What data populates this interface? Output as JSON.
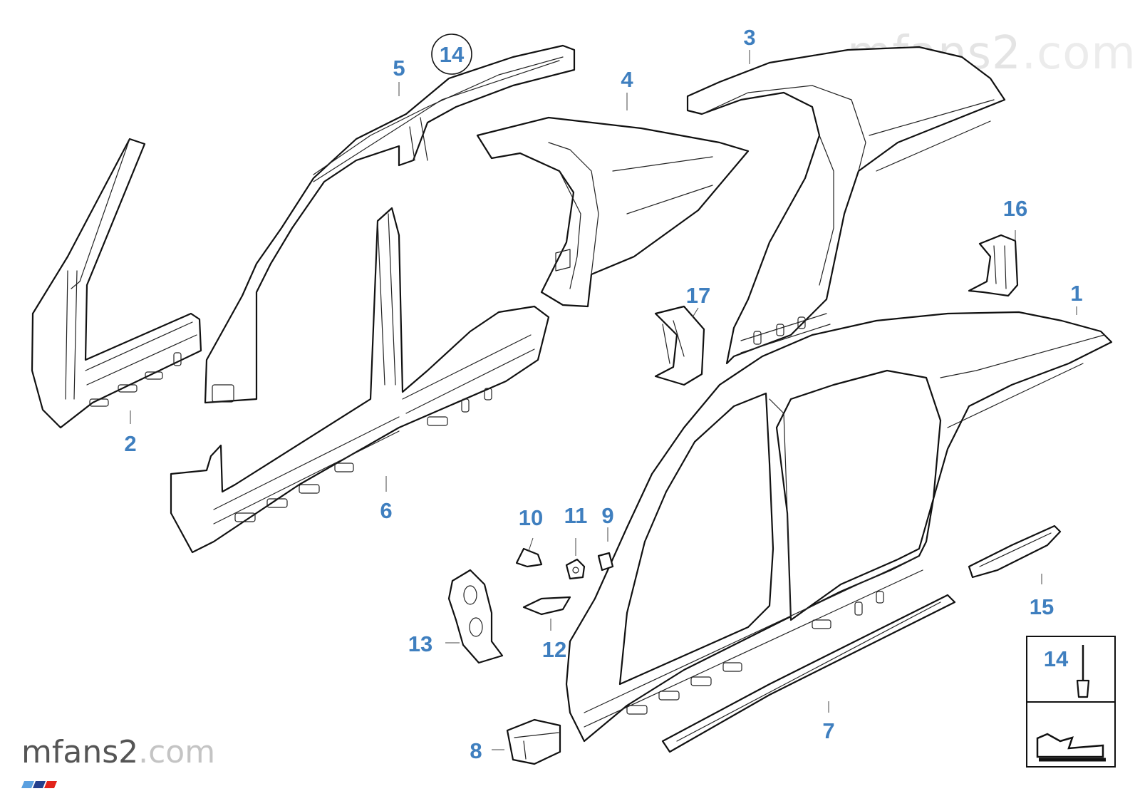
{
  "watermark": {
    "brand": "mfans2",
    "tld": ".com"
  },
  "callouts": {
    "c1": "1",
    "c2": "2",
    "c3": "3",
    "c4": "4",
    "c5": "5",
    "c6": "6",
    "c7": "7",
    "c8": "8",
    "c9": "9",
    "c10": "10",
    "c11": "11",
    "c12": "12",
    "c13": "13",
    "c14_circled": "14",
    "c14_box": "14",
    "c15": "15",
    "c16": "16",
    "c17": "17"
  },
  "colors": {
    "callout": "#3f7fbf",
    "outline": "#111111",
    "stripe_light_blue": "#5aa0e0",
    "stripe_dark_blue": "#24408e",
    "stripe_red": "#e2231a"
  }
}
